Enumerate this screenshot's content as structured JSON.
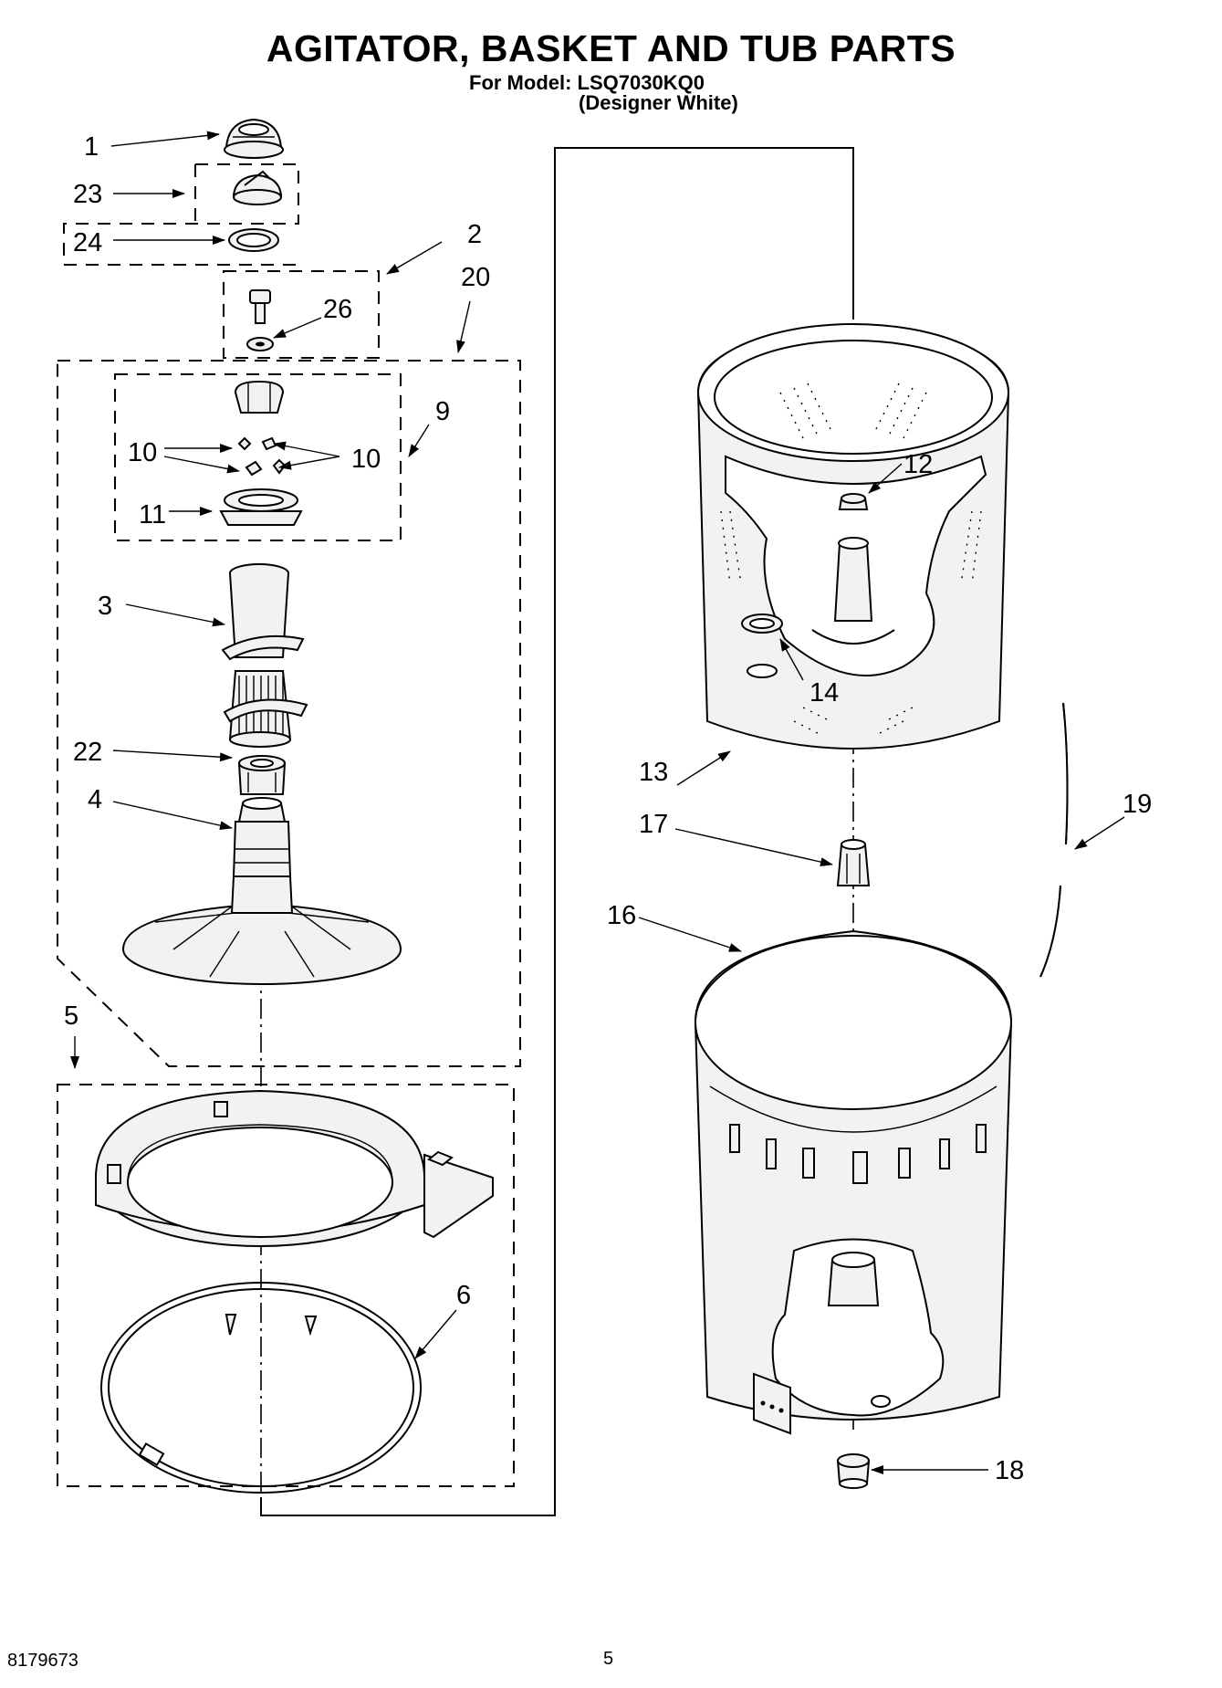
{
  "header": {
    "title": "AGITATOR, BASKET AND TUB PARTS",
    "model_line": "For Model: LSQ7030KQ0",
    "color_line": "(Designer White)"
  },
  "callouts": {
    "c1": "1",
    "c2": "2",
    "c3": "3",
    "c4": "4",
    "c5": "5",
    "c6": "6",
    "c9": "9",
    "c10a": "10",
    "c10b": "10",
    "c11": "11",
    "c12": "12",
    "c13": "13",
    "c14": "14",
    "c16": "16",
    "c17": "17",
    "c18": "18",
    "c19": "19",
    "c20": "20",
    "c22": "22",
    "c23": "23",
    "c24": "24",
    "c26": "26"
  },
  "footer": {
    "doc_number": "8179673",
    "page_number": "5"
  }
}
